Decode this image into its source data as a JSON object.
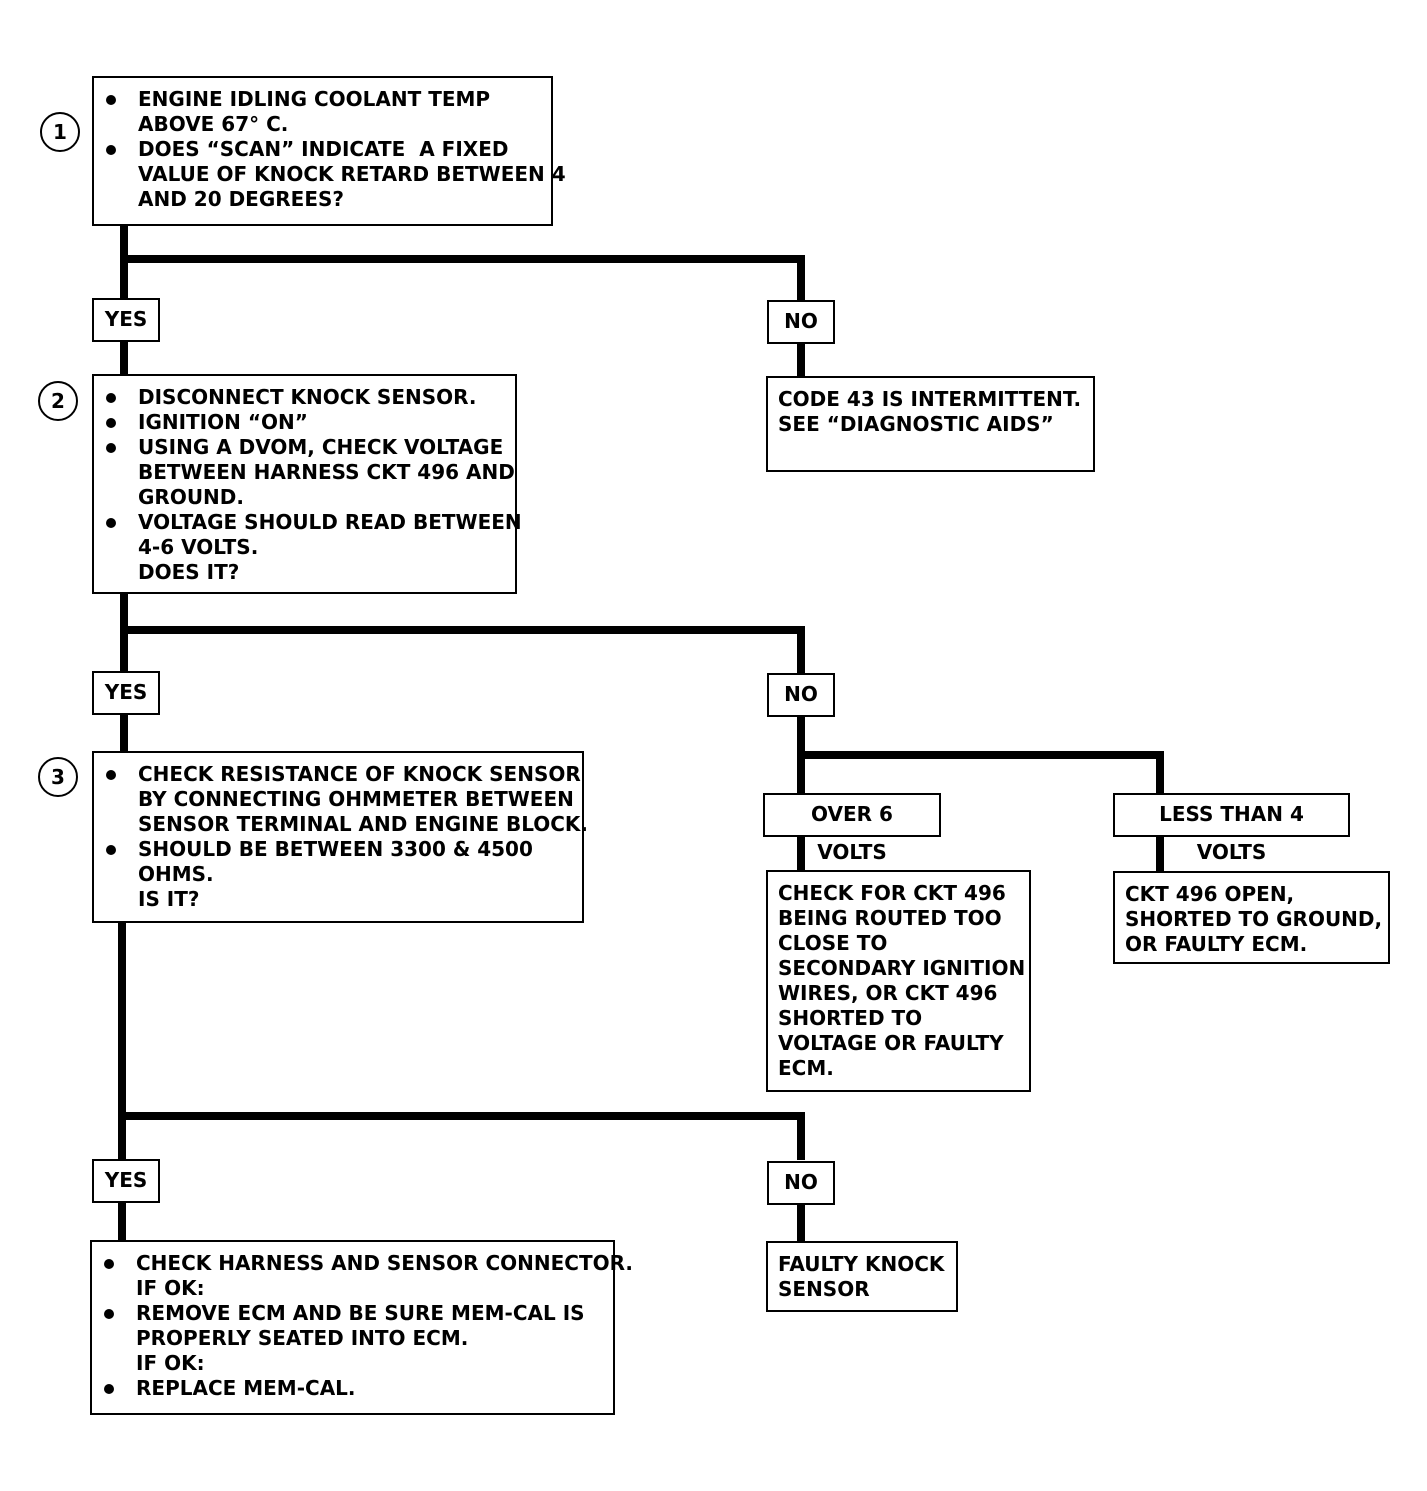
{
  "step1": {
    "number": "1",
    "items": [
      [
        "ENGINE IDLING COOLANT TEMP",
        "ABOVE 67° C."
      ],
      [
        "DOES “SCAN” INDICATE  A FIXED",
        "VALUE OF KNOCK RETARD BETWEEN 4",
        "AND 20 DEGREES?"
      ]
    ]
  },
  "step1_yes": "YES",
  "step1_no": "NO",
  "step1_no_result": [
    "CODE 43 IS INTERMITTENT.",
    "SEE “DIAGNOSTIC AIDS”"
  ],
  "step2": {
    "number": "2",
    "items": [
      [
        "DISCONNECT KNOCK SENSOR."
      ],
      [
        "IGNITION “ON”"
      ],
      [
        "USING A DVOM, CHECK VOLTAGE",
        "BETWEEN HARNESS CKT 496 AND",
        "GROUND."
      ],
      [
        "VOLTAGE SHOULD READ BETWEEN",
        "4-6 VOLTS.",
        "DOES IT?"
      ]
    ]
  },
  "step2_yes": "YES",
  "step2_no": "NO",
  "over_label": "OVER 6 VOLTS",
  "over_result": [
    "CHECK FOR CKT 496",
    "BEING ROUTED TOO",
    "CLOSE TO",
    "SECONDARY IGNITION",
    "WIRES, OR CKT 496",
    "SHORTED TO",
    "VOLTAGE OR FAULTY",
    "ECM."
  ],
  "less_label": "LESS THAN 4 VOLTS",
  "less_result": [
    "CKT 496 OPEN,",
    "SHORTED TO GROUND,",
    "OR FAULTY ECM."
  ],
  "step3": {
    "number": "3",
    "items": [
      [
        "CHECK RESISTANCE OF KNOCK SENSOR",
        "BY CONNECTING OHMMETER BETWEEN",
        "SENSOR TERMINAL AND ENGINE BLOCK."
      ],
      [
        "SHOULD BE BETWEEN 3300 & 4500",
        "OHMS.",
        "IS IT?"
      ]
    ]
  },
  "step3_yes": "YES",
  "step3_no": "NO",
  "step3_no_result": [
    "FAULTY KNOCK",
    "SENSOR"
  ],
  "final": {
    "items": [
      [
        "CHECK HARNESS AND SENSOR CONNECTOR.",
        "IF OK:"
      ],
      [
        "REMOVE ECM AND BE SURE MEM-CAL IS",
        "PROPERLY SEATED INTO ECM.",
        "IF OK:"
      ],
      [
        "REPLACE MEM-CAL."
      ]
    ]
  }
}
